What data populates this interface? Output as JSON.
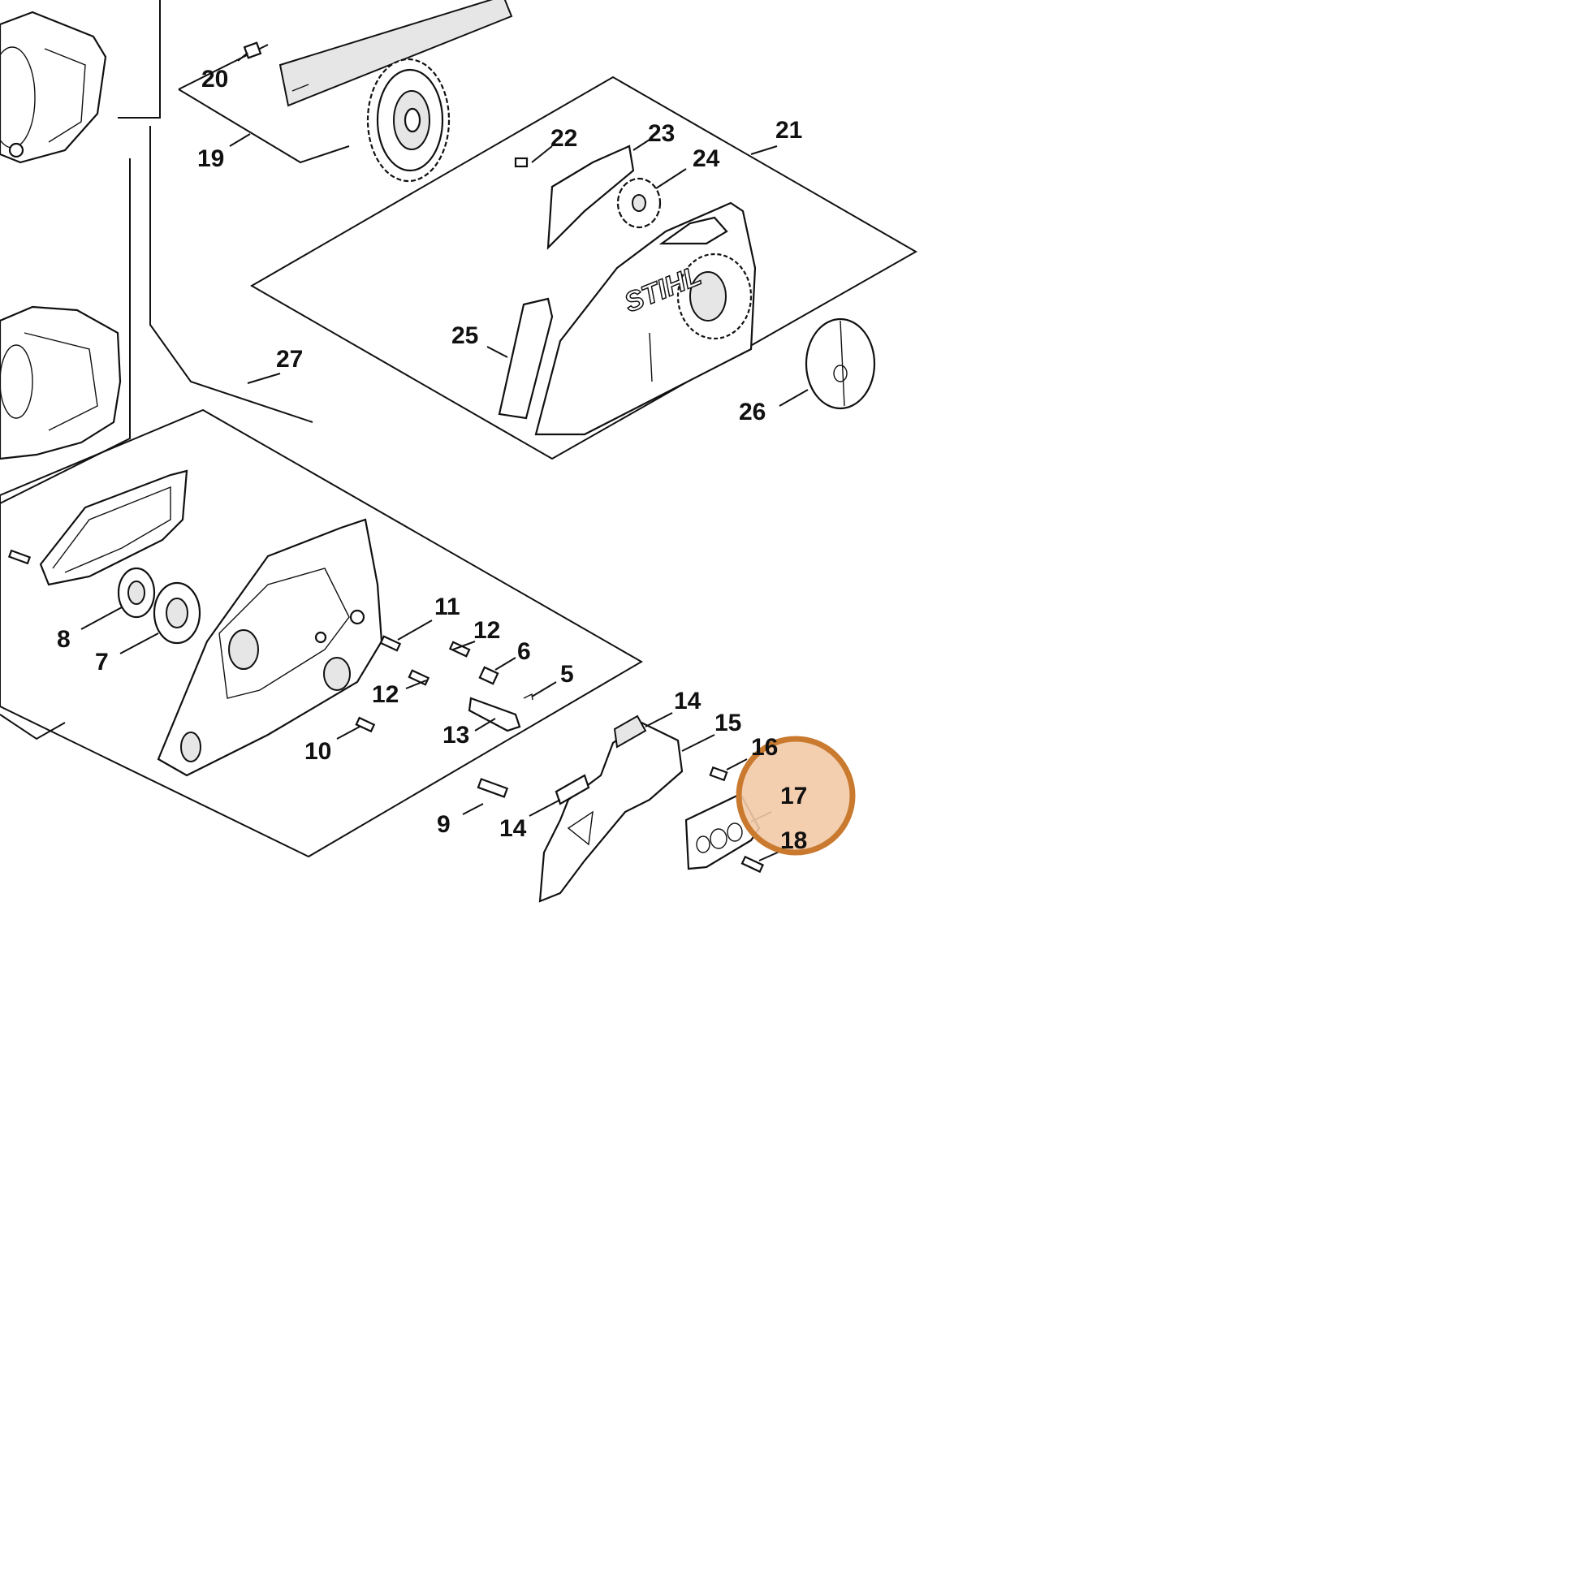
{
  "diagram": {
    "brand_text": "STIHL",
    "labels": [
      "20",
      "19",
      "22",
      "23",
      "21",
      "24",
      "25",
      "27",
      "26",
      "8",
      "7",
      "11",
      "12",
      "6",
      "5",
      "12",
      "10",
      "13",
      "14",
      "15",
      "16",
      "9",
      "14",
      "17",
      "18"
    ]
  },
  "highlight": {
    "label": "17",
    "fill_color": "#f2c9a6",
    "ring_color": "#c97a2e"
  }
}
